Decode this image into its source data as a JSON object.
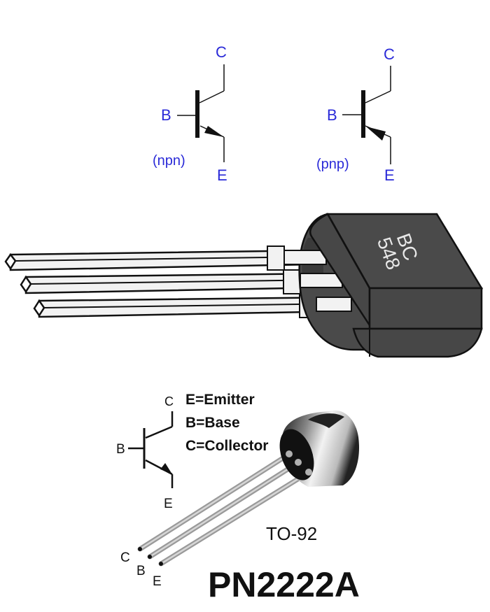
{
  "npn_symbol": {
    "collector_label": "C",
    "base_label": "B",
    "emitter_label": "E",
    "type_label": "(npn)"
  },
  "pnp_symbol": {
    "collector_label": "C",
    "base_label": "B",
    "emitter_label": "E",
    "type_label": "(pnp)"
  },
  "bc548_package": {
    "marking_line1": "BC",
    "marking_line2": "548",
    "body_color": "#4a4a4a"
  },
  "pn2222a": {
    "symbol": {
      "collector_label": "C",
      "base_label": "B",
      "emitter_label": "E"
    },
    "legend": [
      "E=Emitter",
      "B=Base",
      "C=Collector"
    ],
    "pin_labels": [
      "C",
      "B",
      "E"
    ],
    "package_label": "TO-92",
    "part_number": "PN2222A"
  },
  "colors": {
    "label_blue": "#2a2ad8",
    "ink": "#111111"
  }
}
